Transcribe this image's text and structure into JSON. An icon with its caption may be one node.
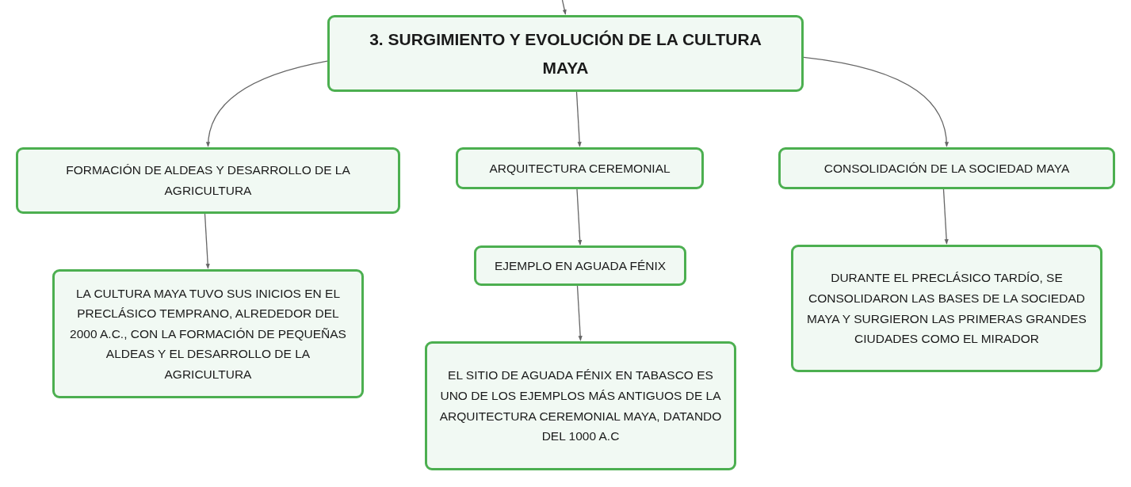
{
  "diagram": {
    "nodes": [
      {
        "text": [
          "3. SURGIMIENTO Y EVOLUCIÓN DE LA CULTURA MAYA"
        ]
      },
      {
        "text": [
          "FORMACIÓN DE ALDEAS Y DESARROLLO DE LA AGRICULTURA"
        ]
      },
      {
        "text": [
          "ARQUITECTURA CEREMONIAL"
        ]
      },
      {
        "text": [
          "CONSOLIDACIÓN DE LA SOCIEDAD MAYA"
        ]
      },
      {
        "text": [
          "LA CULTURA MAYA TUVO SUS INICIOS EN EL PRECLÁSICO TEMPRANO, ALREDEDOR DEL 2000 A.C., CON LA FORMACIÓN DE PEQUEÑAS ALDEAS Y EL DESARROLLO DE LA AGRICULTURA"
        ]
      },
      {
        "text": [
          "EJEMPLO EN AGUADA FÉNIX"
        ]
      },
      {
        "text": [
          "EL SITIO DE AGUADA FÉNIX EN TABASCO ES UNO DE LOS EJEMPLOS MÁS ANTIGUOS DE LA ARQUITECTURA CEREMONIAL MAYA, DATANDO DEL 1000 A.C"
        ]
      },
      {
        "text": [
          "DURANTE EL PRECLÁSICO TARDÍO, SE CONSOLIDARON LAS BASES DE LA SOCIEDAD MAYA Y SURGIERON LAS PRIMERAS GRANDES CIUDADES COMO EL MIRADOR"
        ]
      }
    ],
    "edges": [
      {
        "from": null,
        "to": 0,
        "arrow": "to"
      },
      {
        "from": 0,
        "to": 1,
        "arrow": "to"
      },
      {
        "from": 0,
        "to": 2,
        "arrow": "to"
      },
      {
        "from": 0,
        "to": 3,
        "arrow": "to"
      },
      {
        "from": 1,
        "to": 4,
        "arrow": "to"
      },
      {
        "from": 2,
        "to": 5,
        "arrow": "to"
      },
      {
        "from": 5,
        "to": 6,
        "arrow": "to"
      },
      {
        "from": 3,
        "to": 7,
        "arrow": "to"
      }
    ]
  }
}
